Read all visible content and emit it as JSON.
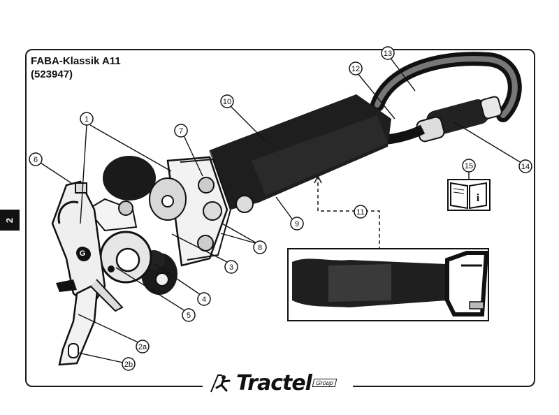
{
  "header": {
    "title_line1": "FABA-Klassik A11",
    "title_line2": "(523947)"
  },
  "side_tab": "2",
  "footer": {
    "logo_word": "Tractel",
    "logo_sub": "Group"
  },
  "callouts": [
    "1",
    "2a",
    "2b",
    "3",
    "4",
    "5",
    "6",
    "7",
    "8",
    "9",
    "10",
    "11",
    "12",
    "13",
    "14",
    "15"
  ],
  "device_marks": {
    "g_label": "G",
    "info_label": "i"
  }
}
